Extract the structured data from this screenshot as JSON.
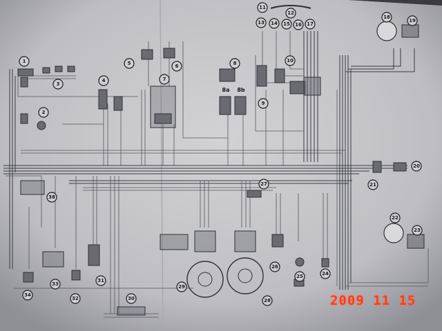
{
  "diagram": {
    "callouts": [
      "1",
      "2",
      "3",
      "4",
      "5",
      "6",
      "7",
      "8",
      "9",
      "10",
      "11",
      "12",
      "13",
      "14",
      "15",
      "16",
      "17",
      "18",
      "19",
      "20",
      "21",
      "22",
      "23",
      "24",
      "25",
      "26",
      "27",
      "28",
      "29",
      "30",
      "31",
      "32",
      "33",
      "34",
      "38"
    ],
    "labels": [
      "8a",
      "8b"
    ]
  },
  "photo": {
    "date_stamp": "2009 11 15"
  },
  "colors": {
    "paper": "#c9c9cd",
    "ink": "#2a2a33",
    "stamp": "#ff3b1c"
  }
}
